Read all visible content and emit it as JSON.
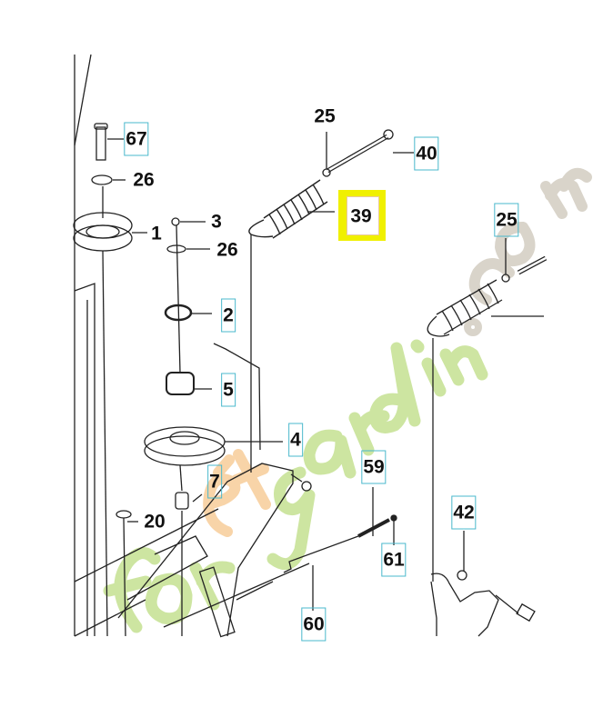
{
  "diagram": {
    "callouts": [
      {
        "id": "c67",
        "label": "67",
        "boxed": true
      },
      {
        "id": "c26a",
        "label": "26",
        "boxed": false
      },
      {
        "id": "c1",
        "label": "1",
        "boxed": false
      },
      {
        "id": "c3",
        "label": "3",
        "boxed": false
      },
      {
        "id": "c26b",
        "label": "26",
        "boxed": false
      },
      {
        "id": "c2",
        "label": "2",
        "boxed": true
      },
      {
        "id": "c5",
        "label": "5",
        "boxed": true
      },
      {
        "id": "c4",
        "label": "4",
        "boxed": true
      },
      {
        "id": "c7",
        "label": "7",
        "boxed": true
      },
      {
        "id": "c20",
        "label": "20",
        "boxed": false
      },
      {
        "id": "c25a",
        "label": "25",
        "boxed": false
      },
      {
        "id": "c40",
        "label": "40",
        "boxed": true
      },
      {
        "id": "c39",
        "label": "39",
        "highlighted": true
      },
      {
        "id": "c25b",
        "label": "25",
        "boxed": true
      },
      {
        "id": "c59",
        "label": "59",
        "boxed": true
      },
      {
        "id": "c61",
        "label": "61",
        "boxed": true
      },
      {
        "id": "c60",
        "label": "60",
        "boxed": true
      },
      {
        "id": "c42",
        "label": "42",
        "boxed": true
      }
    ],
    "highlight_color": "#f0f000",
    "box_color": "#49b8cc"
  },
  "watermark": {
    "text": "forêtjardin.com",
    "colors": [
      "#9ccc4a",
      "#f4b870",
      "#c9c2b4"
    ]
  }
}
